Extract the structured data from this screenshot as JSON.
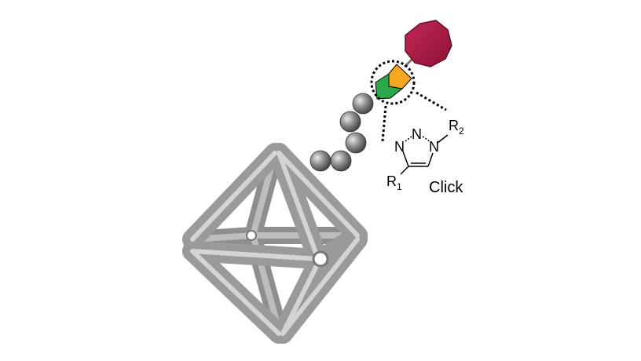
{
  "diagram": {
    "triazole": {
      "atom_n1": "N",
      "atom_n2": "N",
      "atom_n3": "N",
      "r1": "R",
      "r1_sub": "1",
      "r2": "R",
      "r2_sub": "2"
    },
    "reaction_label": "Click",
    "colors": {
      "octahedron": "#a8a8a8",
      "spheres": "#8a8a8a",
      "payload": "#a3163f",
      "alkyne": "#f5a623",
      "azide": "#2aa84a"
    }
  }
}
